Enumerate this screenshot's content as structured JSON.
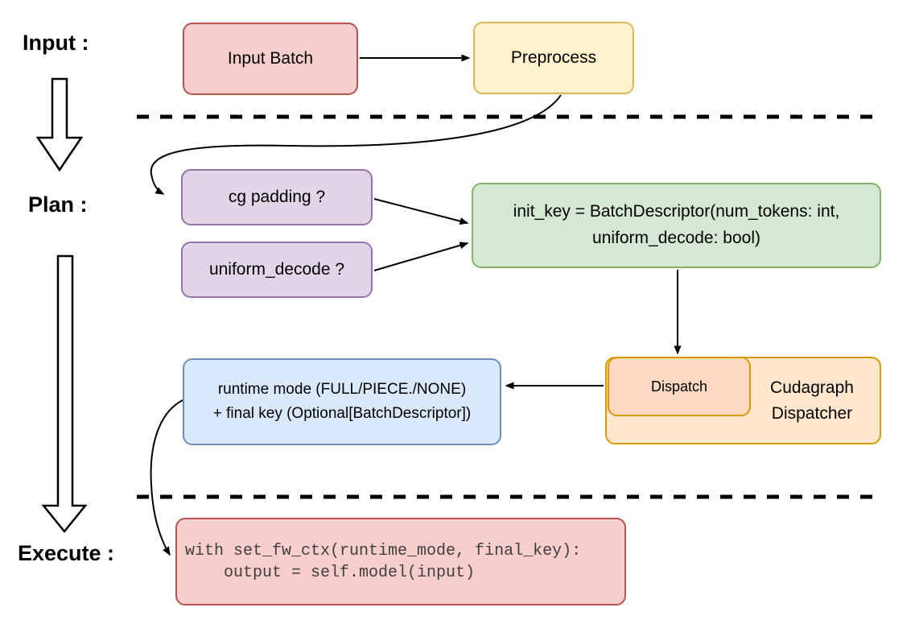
{
  "title": "Cudagraph dispatch flow diagram",
  "section_labels": {
    "input": "Input :",
    "plan": "Plan :",
    "execute": "Execute :"
  },
  "nodes": {
    "input_batch": {
      "label": "Input Batch",
      "fill": "#f8cecc",
      "stroke": "#b85450"
    },
    "preprocess": {
      "label": "Preprocess",
      "fill": "#fff2cc",
      "stroke": "#d6b656"
    },
    "cg_padding": {
      "label": "cg padding ?",
      "fill": "#e1d5e7",
      "stroke": "#9673a6"
    },
    "uniform_decode": {
      "label": "uniform_decode ?",
      "fill": "#e1d5e7",
      "stroke": "#9673a6"
    },
    "init_key": {
      "line1": "init_key = BatchDescriptor(num_tokens: int,",
      "line2": "uniform_decode: bool)",
      "fill": "#d5e8d4",
      "stroke": "#82b366"
    },
    "runtime_mode": {
      "line1": "runtime mode (FULL/PIECE./NONE)",
      "line2": "+ final key (Optional[BatchDescriptor])",
      "fill": "#dae8fc",
      "stroke": "#6c8ebf"
    },
    "dispatch": {
      "label": "Dispatch",
      "fill": "#ffd9c2",
      "stroke": "#d79b00"
    },
    "cudagraph_dispatcher": {
      "line1": "Cudagraph",
      "line2": "Dispatcher",
      "fill": "#ffe6cc",
      "stroke": "#d79b00"
    },
    "exec_code": {
      "line1": "with set_fw_ctx(runtime_mode, final_key):",
      "line2": "    output = self.model(input)",
      "fill": "#f8cecc",
      "stroke": "#b85450"
    }
  },
  "connectors": {
    "color": "#000000",
    "dashed_divider_color": "#000000"
  }
}
